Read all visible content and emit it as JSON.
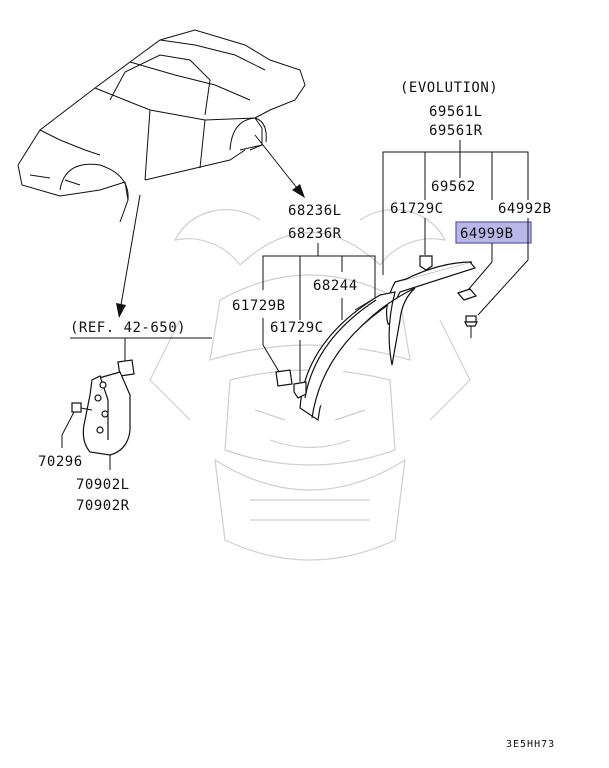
{
  "labels": {
    "evolution": "(EVOLUTION)",
    "p69561l": "69561L",
    "p69561r": "69561R",
    "p69562": "69562",
    "p61729c_top": "61729C",
    "p64992b": "64992B",
    "p64999b": "64999B",
    "p68236l": "68236L",
    "p68236r": "68236R",
    "p68244": "68244",
    "p61729b": "61729B",
    "p61729c_mid": "61729C",
    "ref": "(REF. 42-650)",
    "p70296": "70296",
    "p70902l": "70902L",
    "p70902r": "70902R",
    "diagram_code": "3E5HH73"
  },
  "colors": {
    "highlight_fill": "#b9b6e8",
    "highlight_border": "#5a56b0",
    "line": "#111111",
    "watermark": "#cfcfcf"
  },
  "icons": {
    "watermark": "samurai-helmet-watermark"
  }
}
